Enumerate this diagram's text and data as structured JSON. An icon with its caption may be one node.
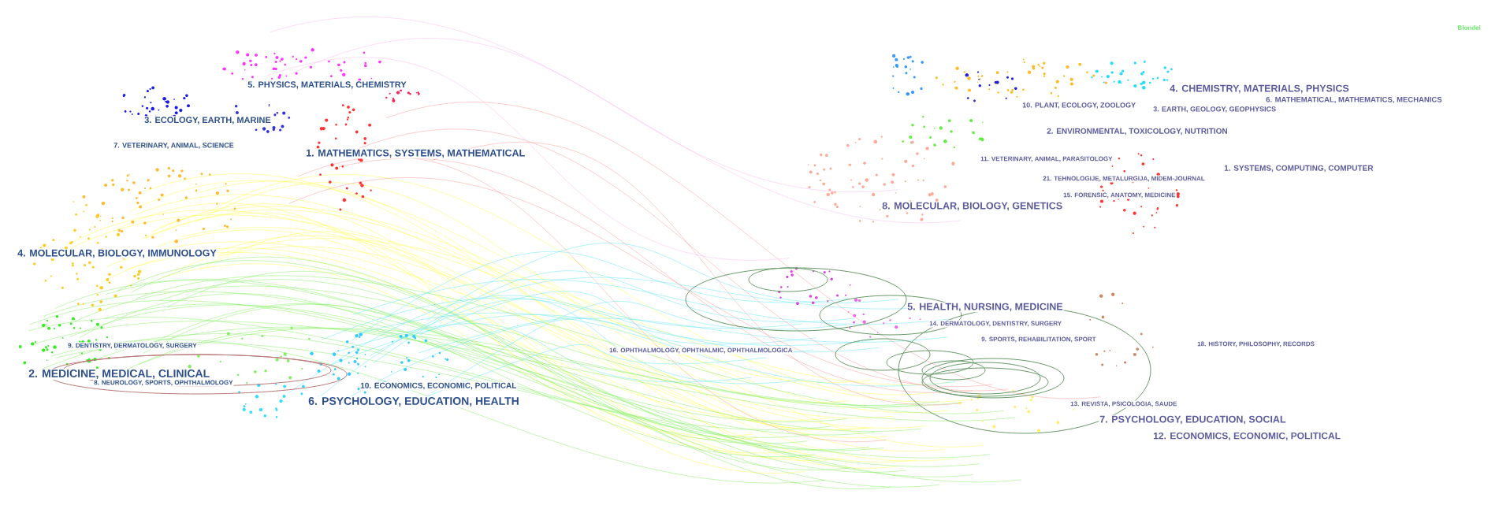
{
  "diagram": {
    "labels": [
      "5. PHYSICS, MATERIALS, CHEMISTRY",
      "3. ECOLOGY, EARTH, MARINE",
      "7. VETERINARY, ANIMAL, SCIENCE",
      "1. MATHEMATICS, SYSTEMS, MATHEMATICAL",
      "4. MOLECULAR, BIOLOGY, IMMUNOLOGY",
      "9. DENTISTRY, DERMATOLOGY, SURGERY",
      "2. MEDICINE, MEDICAL, CLINICAL",
      "8. NEUROLOGY, SPORTS, OPHTHALMOLOGY",
      "10. ECONOMICS, ECONOMIC, POLITICAL",
      "6. PSYCHOLOGY, EDUCATION, HEALTH",
      "16. OPHTHALMOLOGY, OPHTHALMIC, OPHTHALMOLOGICA",
      "4. CHEMISTRY, MATERIALS, PHYSICS",
      "6. MATHEMATICAL, MATHEMATICS, MECHANICS",
      "10. PLANT, ECOLOGY, ZOOLOGY",
      "3. EARTH, GEOLOGY, GEOPHYSICS",
      "2. ENVIRONMENTAL, TOXICOLOGY, NUTRITION",
      "11. VETERINARY, ANIMAL, PARASITOLOGY",
      "1. SYSTEMS, COMPUTING, COMPUTER",
      "21. TEHNOLOGIJE, METALURGIJA, MIDEM-JOURNAL",
      "8. MOLECULAR, BIOLOGY, GENETICS",
      "15. FORENSIC, ANATOMY, MEDICINE",
      "5. HEALTH, NURSING, MEDICINE",
      "14. DERMATOLOGY, DENTISTRY, SURGERY",
      "9. SPORTS, REHABILITATION, SPORT",
      "18. HISTORY, PHILOSOPHY, RECORDS",
      "13. REVISTA, PSICOLOGIA, SAUDE",
      "7. PSYCHOLOGY, EDUCATION, SOCIAL",
      "12. ECONOMICS, ECONOMIC, POLITICAL",
      "Blondel"
    ]
  }
}
